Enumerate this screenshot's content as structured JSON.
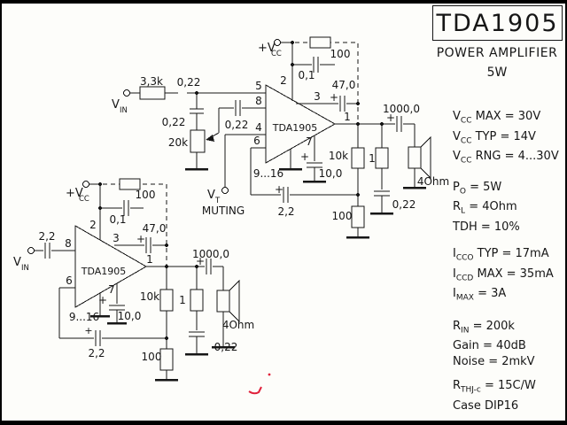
{
  "title_block": {
    "title": "TDA1905",
    "subtitle": "POWER AMPLIFIER",
    "power": "5W"
  },
  "specs": {
    "groups": [
      [
        [
          {
            "t": "V"
          },
          {
            "t": "CC",
            "s": true
          },
          {
            "t": " MAX = 30V"
          }
        ],
        [
          {
            "t": "V"
          },
          {
            "t": "CC",
            "s": true
          },
          {
            "t": " TYP = 14V"
          }
        ],
        [
          {
            "t": "V"
          },
          {
            "t": "CC",
            "s": true
          },
          {
            "t": " RNG = 4...30V"
          }
        ]
      ],
      [
        [
          {
            "t": "P"
          },
          {
            "t": "O",
            "s": true
          },
          {
            "t": " = 5W"
          }
        ],
        [
          {
            "t": "R"
          },
          {
            "t": "L",
            "s": true
          },
          {
            "t": " = 4Ohm"
          }
        ],
        [
          {
            "t": "TDH = 10%"
          }
        ]
      ],
      [
        [
          {
            "t": "I"
          },
          {
            "t": "CCO",
            "s": true
          },
          {
            "t": " TYP = 17mA"
          }
        ],
        [
          {
            "t": "I"
          },
          {
            "t": "CCD",
            "s": true
          },
          {
            "t": " MAX = 35mA"
          }
        ],
        [
          {
            "t": "I"
          },
          {
            "t": "MAX",
            "s": true
          },
          {
            "t": " =   3A"
          }
        ]
      ],
      [
        [
          {
            "t": "R"
          },
          {
            "t": "IN",
            "s": true
          },
          {
            "t": " = 200k"
          }
        ],
        [
          {
            "t": "Gain = 40dB"
          }
        ],
        [
          {
            "t": "Noise = 2mkV"
          }
        ]
      ],
      [
        [
          {
            "t": "R"
          },
          {
            "t": "THJ-c",
            "s": true
          },
          {
            "t": " = 15C/W"
          }
        ],
        [
          {
            "t": "Case DIP16"
          }
        ]
      ]
    ]
  },
  "schematic": {
    "plus": "+",
    "vin_main": "V",
    "vin_sub": "IN",
    "vcc_main": "+V",
    "vcc_sub": "CC",
    "ground_pins": "9...16",
    "top": {
      "chip": "TDA1905",
      "r_in": "3,3k",
      "c_in": "0,22",
      "c_tone": "0,22",
      "pot": "20k",
      "c_wiper": "0,22",
      "r_boot": "100",
      "c_supply": "0,1",
      "c_boot": "47,0",
      "c_out": "1000,0",
      "r_fb": "10k",
      "r_zobel": "1",
      "c_zobel": "0,22",
      "c_fb": "2,2",
      "r_gnd": "100",
      "c_ripple": "10,0",
      "speaker": "4Ohm",
      "vt_main": "V",
      "vt_sub": "T",
      "muting": "MUTING",
      "pin1": "1",
      "pin2": "2",
      "pin3": "3",
      "pin4": "4",
      "pin5": "5",
      "pin6": "6",
      "pin7": "7",
      "pin8": "8"
    },
    "bottom": {
      "chip": "TDA1905",
      "c_in": "2,2",
      "r_boot": "100",
      "c_supply": "0,1",
      "c_boot": "47,0",
      "c_out": "1000,0",
      "r_fb": "10k",
      "r_zobel": "1",
      "c_zobel": "0,22",
      "c_fb": "2,2",
      "r_gnd": "100",
      "c_ripple": "10,0",
      "speaker": "4Ohm",
      "pin1": "1",
      "pin2": "2",
      "pin3": "3",
      "pin6": "6",
      "pin7": "7",
      "pin8": "8"
    }
  }
}
